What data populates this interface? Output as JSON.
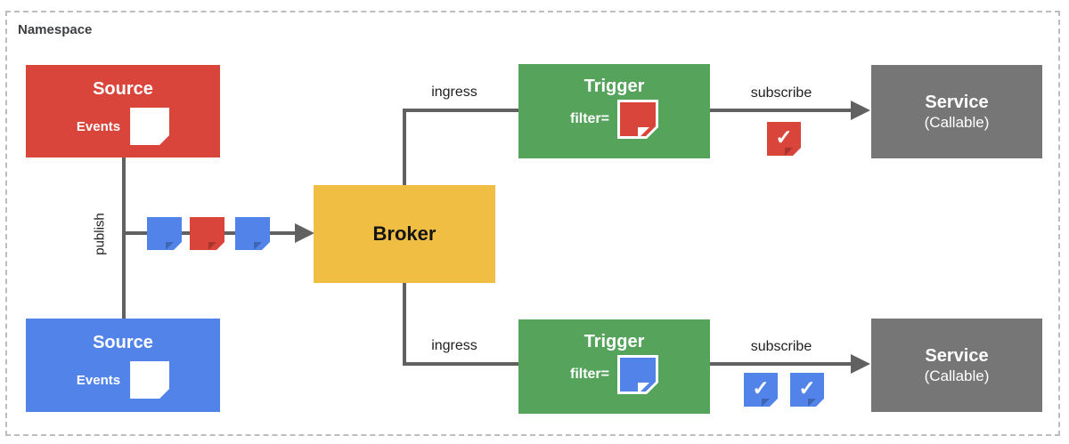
{
  "namespace": {
    "label": "Namespace"
  },
  "sources": {
    "top": {
      "title": "Source",
      "events_label": "Events"
    },
    "bottom": {
      "title": "Source",
      "events_label": "Events"
    }
  },
  "broker": {
    "title": "Broker"
  },
  "triggers": {
    "top": {
      "title": "Trigger",
      "filter_label": "filter="
    },
    "bottom": {
      "title": "Trigger",
      "filter_label": "filter="
    }
  },
  "services": {
    "top": {
      "title": "Service",
      "subtitle": "(Callable)"
    },
    "bottom": {
      "title": "Service",
      "subtitle": "(Callable)"
    }
  },
  "edges": {
    "publish": "publish",
    "ingress_top": "ingress",
    "ingress_bottom": "ingress",
    "subscribe_top": "subscribe",
    "subscribe_bottom": "subscribe"
  },
  "icons": {
    "checkmark": "✓"
  },
  "colors": {
    "source_red": "#d9453b",
    "source_blue": "#5183e8",
    "trigger_green": "#56a45c",
    "broker_yellow": "#f0be42",
    "service_gray": "#767676",
    "connector_gray": "#616161",
    "namespace_border": "#bdbdbd"
  }
}
